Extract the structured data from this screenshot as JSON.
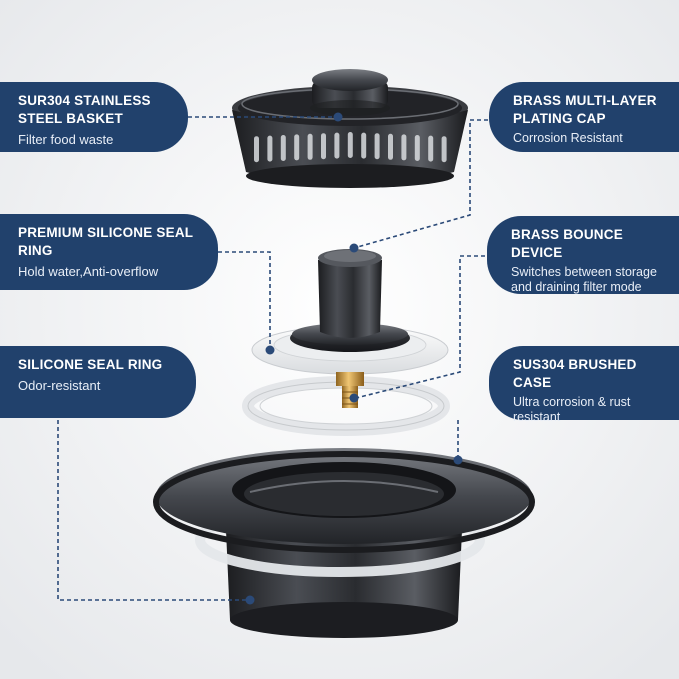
{
  "callouts": {
    "basket": {
      "title": "SUR304 STAINLESS STEEL BASKET",
      "subtitle": "Filter food waste"
    },
    "cap": {
      "title": "BRASS MULTI-LAYER PLATING CAP",
      "subtitle": "Corrosion Resistant"
    },
    "premium_seal": {
      "title": "PREMIUM SILICONE SEAL RING",
      "subtitle": "Hold water,Anti-overflow"
    },
    "bounce": {
      "title": "BRASS BOUNCE DEVICE",
      "subtitle": "Switches between storage and draining filter mode"
    },
    "seal": {
      "title": "SILICONE SEAL RING",
      "subtitle": "Odor-resistant"
    },
    "case": {
      "title": "SUS304 BRUSHED CASE",
      "subtitle": "Ultra corrosion & rust resistant"
    }
  },
  "colors": {
    "callout_bg": "#21416c",
    "callout_text": "#ffffff",
    "leader_line": "#2b4a78",
    "background": "#f1f2f4",
    "metal": "#2d2f33",
    "brass": "#c8963c"
  }
}
